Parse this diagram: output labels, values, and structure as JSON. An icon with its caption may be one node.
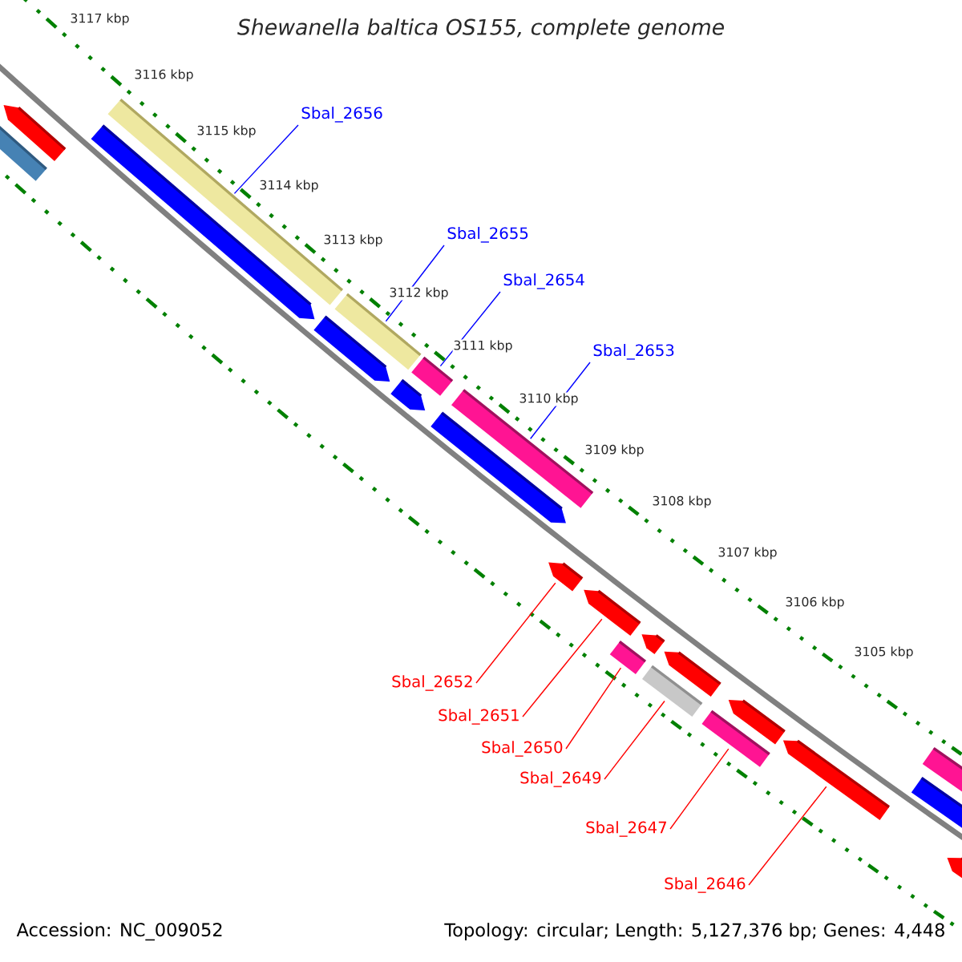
{
  "diagram": {
    "title": "Shewanella baltica OS155, complete genome",
    "nodes": [
      {
        "text": [
          "Sbal_2656"
        ]
      },
      {
        "text": [
          "Sbal_2655"
        ]
      },
      {
        "text": [
          "Sbal_2654"
        ]
      },
      {
        "text": [
          "Sbal_2653"
        ]
      },
      {
        "text": [
          "Sbal_2652"
        ]
      },
      {
        "text": [
          "Sbal_2651"
        ]
      },
      {
        "text": [
          "Sbal_2650"
        ]
      },
      {
        "text": [
          "Sbal_2649"
        ]
      },
      {
        "text": [
          "Sbal_2647"
        ]
      },
      {
        "text": [
          "Sbal_2646"
        ]
      },
      {
        "text": [],
        "shape": "bar"
      },
      {
        "text": [],
        "shape": "bar"
      },
      {
        "text": [],
        "shape": "bar"
      },
      {
        "text": [],
        "shape": "bar"
      },
      {
        "text": [],
        "shape": "arrow"
      },
      {
        "text": [],
        "shape": "arrow"
      },
      {
        "text": [],
        "shape": "bar"
      },
      {
        "text": [],
        "shape": "bar"
      },
      {
        "text": [],
        "shape": "bar"
      },
      {
        "text": [],
        "shape": "arrow"
      }
    ],
    "edges": [
      {
        "from": 0,
        "to": 10,
        "arrow": "none",
        "color": "#0000ff"
      },
      {
        "from": 1,
        "to": 11,
        "arrow": "none",
        "color": "#0000ff"
      },
      {
        "from": 2,
        "to": 12,
        "arrow": "none",
        "color": "#0000ff"
      },
      {
        "from": 3,
        "to": 13,
        "arrow": "none",
        "color": "#0000ff"
      },
      {
        "from": 4,
        "to": 14,
        "arrow": "none"
      },
      {
        "from": 5,
        "to": 15,
        "arrow": "none"
      },
      {
        "from": 6,
        "to": 16,
        "arrow": "none"
      },
      {
        "from": 7,
        "to": 17,
        "arrow": "none"
      },
      {
        "from": 8,
        "to": 18,
        "arrow": "none"
      },
      {
        "from": 9,
        "to": 19,
        "arrow": "none"
      }
    ],
    "labels": [
      "3117 kbp",
      "3116 kbp",
      "3115 kbp",
      "3114 kbp",
      "3113 kbp",
      "3112 kbp",
      "3111 kbp",
      "3110 kbp",
      "3109 kbp",
      "3108 kbp",
      "3107 kbp",
      "3106 kbp",
      "3105 kbp",
      "Accession: NC_009052",
      "Topology: circular; Length: 5,127,376 bp; Genes: 4,448"
    ]
  }
}
